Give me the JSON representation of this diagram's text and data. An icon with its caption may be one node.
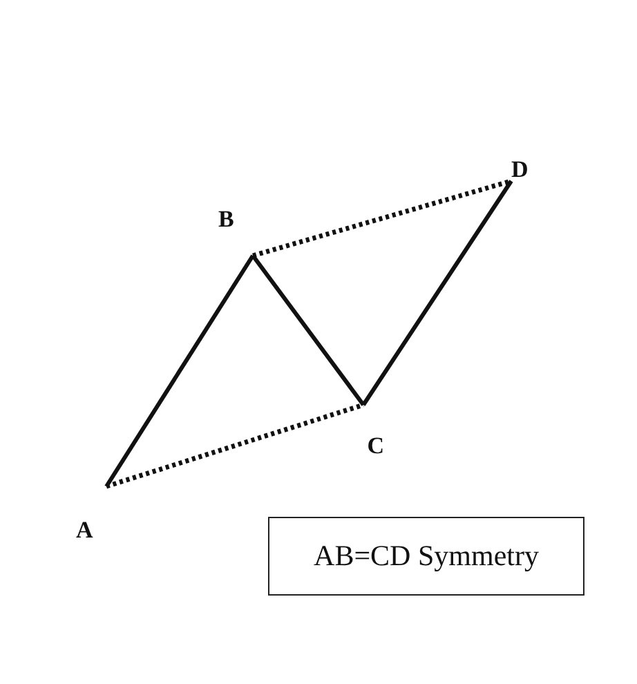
{
  "diagram": {
    "nodes": [
      {
        "text": [
          "A"
        ]
      },
      {
        "text": [
          "B"
        ]
      },
      {
        "text": [
          "C"
        ]
      },
      {
        "text": [
          "D"
        ]
      },
      {
        "text": [
          "AB=CD Symmetry"
        ]
      }
    ],
    "edges": [
      {
        "from": 0,
        "to": 1,
        "arrow": "none"
      },
      {
        "from": 1,
        "to": 2,
        "arrow": "none"
      },
      {
        "from": 2,
        "to": 3,
        "arrow": "none"
      },
      {
        "from": 0,
        "to": 2,
        "arrow": "none",
        "style": "dashed"
      },
      {
        "from": 1,
        "to": 3,
        "arrow": "none",
        "style": "dashed"
      }
    ]
  }
}
